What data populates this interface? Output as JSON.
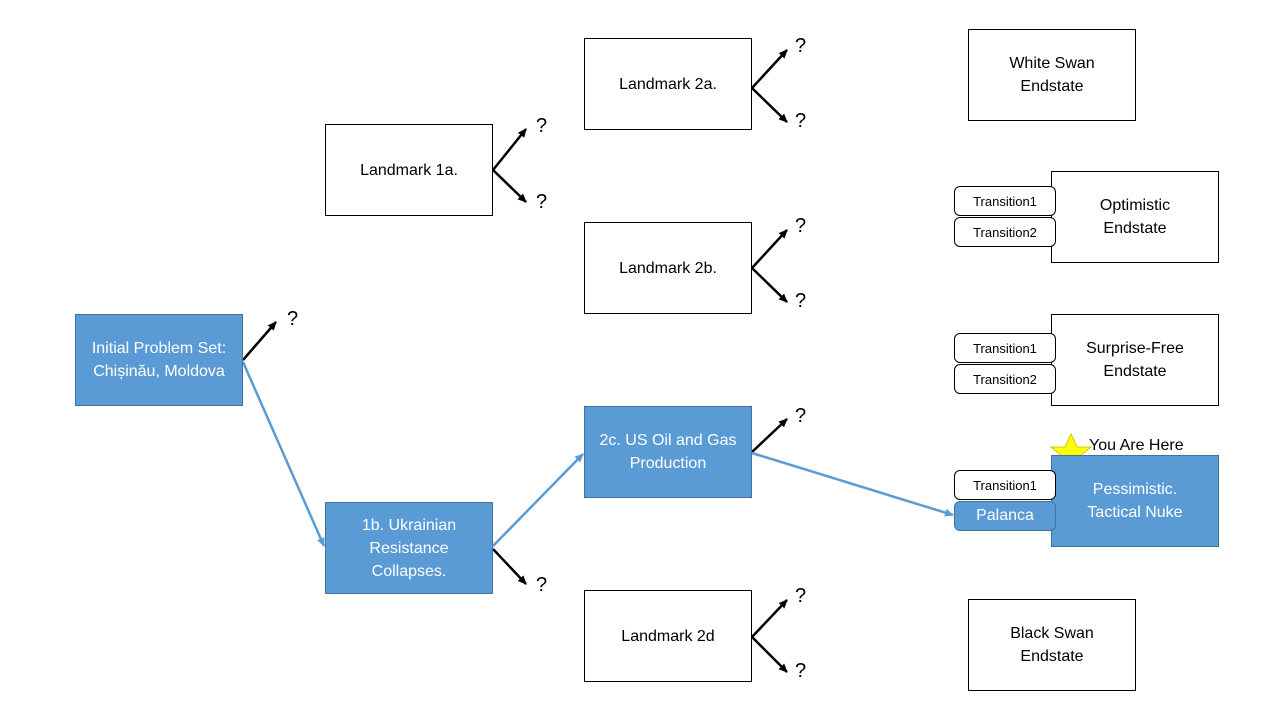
{
  "nodes": {
    "initial": "Initial Problem Set:\nChișinău, Moldova",
    "landmark_1a": "Landmark 1a.",
    "landmark_1b": "1b. Ukrainian\nResistance\nCollapses.",
    "landmark_2a": "Landmark 2a.",
    "landmark_2b": "Landmark 2b.",
    "landmark_2c": "2c. US Oil and Gas\nProduction",
    "landmark_2d": "Landmark 2d",
    "white_swan": "White Swan\nEndstate",
    "optimistic": "Optimistic\nEndstate",
    "surprise_free": "Surprise-Free\nEndstate",
    "pessimistic": "Pessimistic.\nTactical Nuke",
    "black_swan": "Black Swan\nEndstate"
  },
  "transitions": {
    "optimistic_1": "Transition1",
    "optimistic_2": "Transition2",
    "surprise_1": "Transition1",
    "surprise_2": "Transition2",
    "pessimistic_1": "Transition1",
    "pessimistic_2": "Palanca"
  },
  "question_mark": "?",
  "you_are_here": "You Are Here",
  "colors": {
    "accent_blue": "#5b9bd5",
    "blue_border": "#41719c",
    "star_yellow": "#ffff00"
  }
}
